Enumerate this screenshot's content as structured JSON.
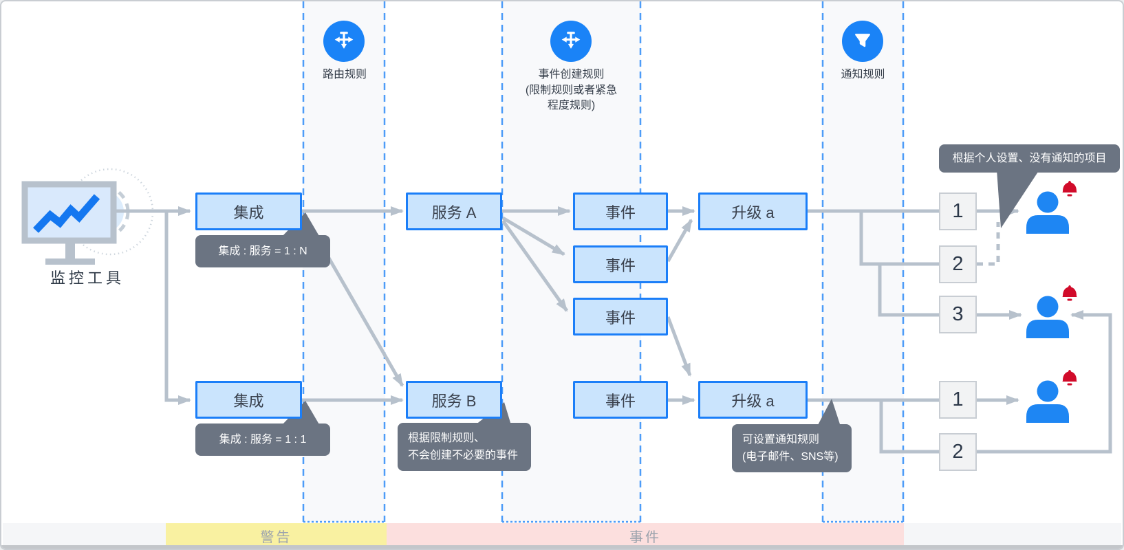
{
  "columns": {
    "routing": {
      "label": "路由规则"
    },
    "event_creation": {
      "line1": "事件创建规则",
      "line2": "(限制规则或者紧急",
      "line3": "程度规则)"
    },
    "notification": {
      "label": "通知规则"
    }
  },
  "monitor": {
    "label": "监控工具"
  },
  "nodes": {
    "integration": "集成",
    "service_a": "服务 A",
    "service_b": "服务 B",
    "event": "事件",
    "escalation": "升级 a"
  },
  "tooltips": {
    "integration_top": "集成 : 服务 = 1 : N",
    "integration_bottom": "集成 : 服务 = 1 : 1",
    "service_b": {
      "line1": "根据限制规则、",
      "line2": "不会创建不必要的事件"
    },
    "escalation_bottom": {
      "line1": "可设置通知规则",
      "line2": "(电子邮件、SNS等)"
    },
    "notification": "根据个人设置、没有通知的项目"
  },
  "levels": {
    "top": [
      "1",
      "2",
      "3"
    ],
    "bottom": [
      "1",
      "2"
    ]
  },
  "bands": {
    "alert": "警告",
    "incident": "事件"
  },
  "colors": {
    "node_fill": "#cae4fd",
    "node_border": "#1b7ef8",
    "connector_grey": "#b7c1cc",
    "tooltip_bg": "#6b7482",
    "icon_circle_blue": "#1a83f7",
    "guide_dash_blue": "#4d9cf8",
    "person_blue": "#1e86f3",
    "bell_red": "#d10b2a",
    "band_yellow": "#f9f1a1",
    "band_pink": "#fcdfde",
    "monitor_line_blue": "#1477f0"
  }
}
